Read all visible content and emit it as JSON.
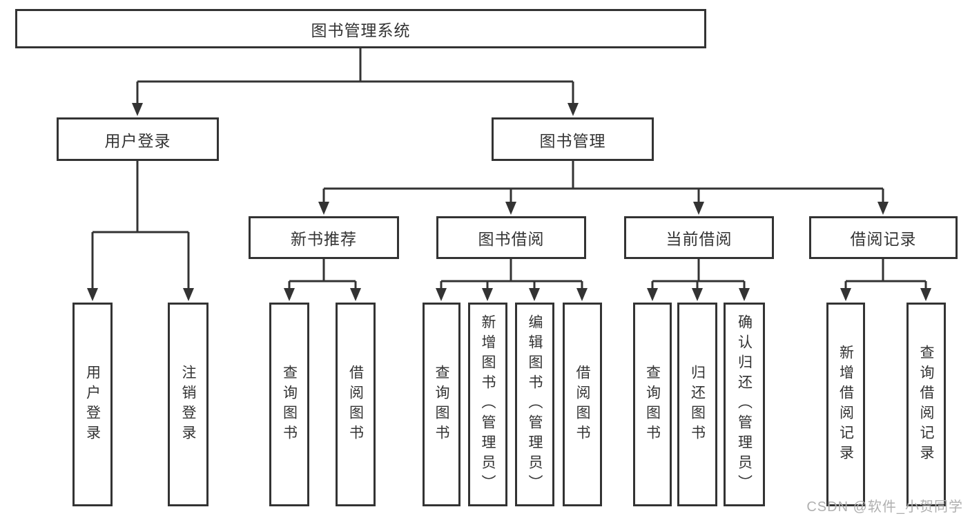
{
  "diagram": {
    "root": "图书管理系统",
    "branches": [
      {
        "label": "用户登录",
        "children": [
          "用户登录",
          "注销登录"
        ]
      },
      {
        "label": "图书管理",
        "children": [
          {
            "label": "新书推荐",
            "children": [
              "查询图书",
              "借阅图书"
            ]
          },
          {
            "label": "图书借阅",
            "children": [
              "查询图书",
              "新增图书（管理员）",
              "编辑图书（管理员）",
              "借阅图书"
            ]
          },
          {
            "label": "当前借阅",
            "children": [
              "查询图书",
              "归还图书",
              "确认归还（管理员）"
            ]
          },
          {
            "label": "借阅记录",
            "children": [
              "新增借阅记录",
              "查询借阅记录"
            ]
          }
        ]
      }
    ],
    "watermark": "CSDN @软件_小贺同学",
    "colors": {
      "line": "#333333",
      "box_border": "#333333",
      "text": "#333333",
      "watermark": "#b0b0b0",
      "background": "#ffffff"
    }
  }
}
